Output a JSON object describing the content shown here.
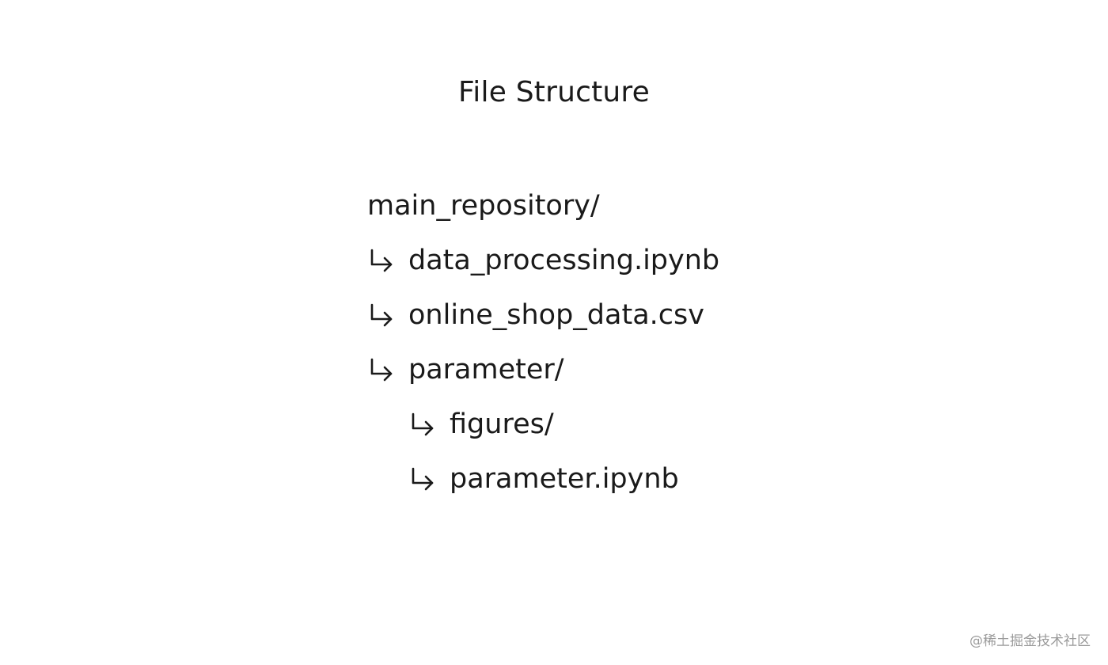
{
  "title": "File Structure",
  "tree": {
    "root": "main_repository/",
    "level1": [
      "data_processing.ipynb",
      "online_shop_data.csv",
      "parameter/"
    ],
    "level2": [
      "figures/",
      "parameter.ipynb"
    ]
  },
  "watermark": "@稀土掘金技术社区",
  "icons": {
    "branch": "down-right-arrow-icon"
  }
}
